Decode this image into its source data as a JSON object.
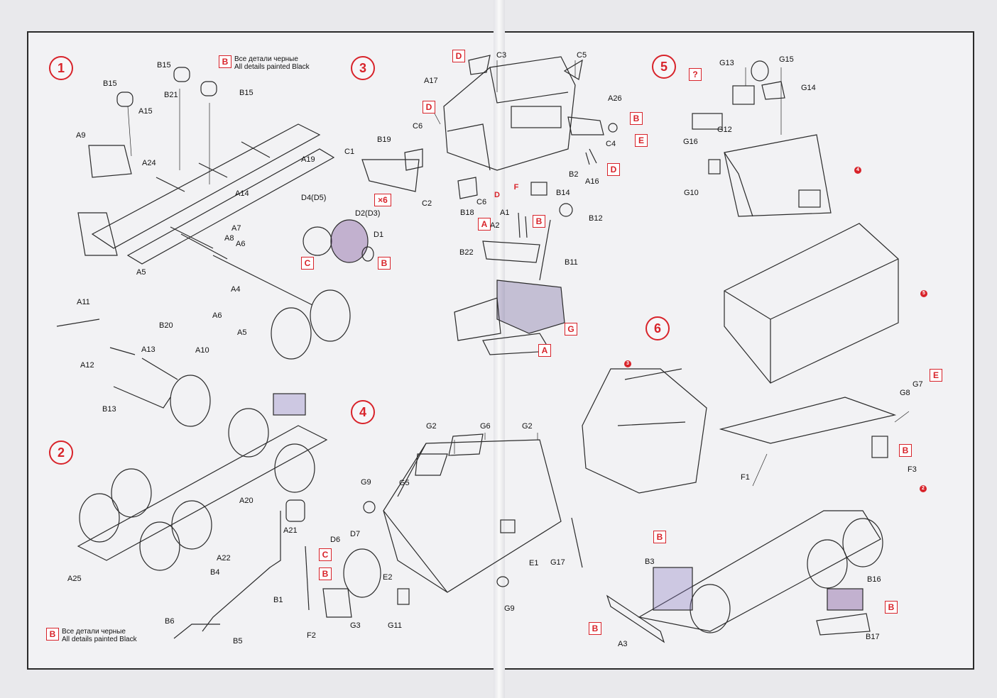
{
  "steps": [
    "1",
    "2",
    "3",
    "4",
    "5",
    "6"
  ],
  "notes": {
    "black_ru": "Все детали черные",
    "black_en": "All details painted Black",
    "color_code": "B"
  },
  "multiplier": "×6",
  "step1_labels": [
    "B15",
    "B15",
    "B15",
    "B21",
    "A15",
    "A9",
    "A24",
    "A19",
    "A14",
    "A7",
    "A8",
    "A6",
    "A5",
    "A4",
    "A6",
    "A5",
    "A11",
    "B20",
    "A13",
    "A10",
    "A12",
    "B13",
    "D4(D5)",
    "D2(D3)",
    "D1"
  ],
  "step1_codes": [
    "C",
    "B"
  ],
  "step2_labels": [
    "A20",
    "A21",
    "A22",
    "B4",
    "A25",
    "B1",
    "B6",
    "B5"
  ],
  "step3_labels": [
    "C3",
    "C5",
    "A17",
    "A26",
    "C6",
    "B19",
    "C1",
    "C4",
    "B2",
    "A16",
    "C2",
    "C6",
    "B14",
    "B18",
    "A1",
    "A2",
    "B12",
    "B22",
    "B11"
  ],
  "step3_codes": [
    "D",
    "D",
    "B",
    "E",
    "D",
    "D",
    "F",
    "A",
    "B",
    "G",
    "A"
  ],
  "step4_labels": [
    "G2",
    "G6",
    "G2",
    "G5",
    "G9",
    "D6",
    "D7",
    "E2",
    "E1",
    "G17",
    "G9",
    "F2",
    "G3",
    "G11"
  ],
  "step4_codes": [
    "C",
    "B"
  ],
  "step5_labels": [
    "G13",
    "G15",
    "G14",
    "G12",
    "G16",
    "G10"
  ],
  "step5_codes": [
    "?"
  ],
  "step6_labels": [
    "G7",
    "G8",
    "F1",
    "F3",
    "B3",
    "B16",
    "A3",
    "B17"
  ],
  "step6_codes": [
    "E",
    "B",
    "B",
    "B",
    "B"
  ],
  "sub_refs": [
    "4",
    "5",
    "3",
    "2"
  ],
  "colors": {
    "accent": "#d8232a",
    "line": "#2a2a2a",
    "paper": "#f2f2f4"
  }
}
